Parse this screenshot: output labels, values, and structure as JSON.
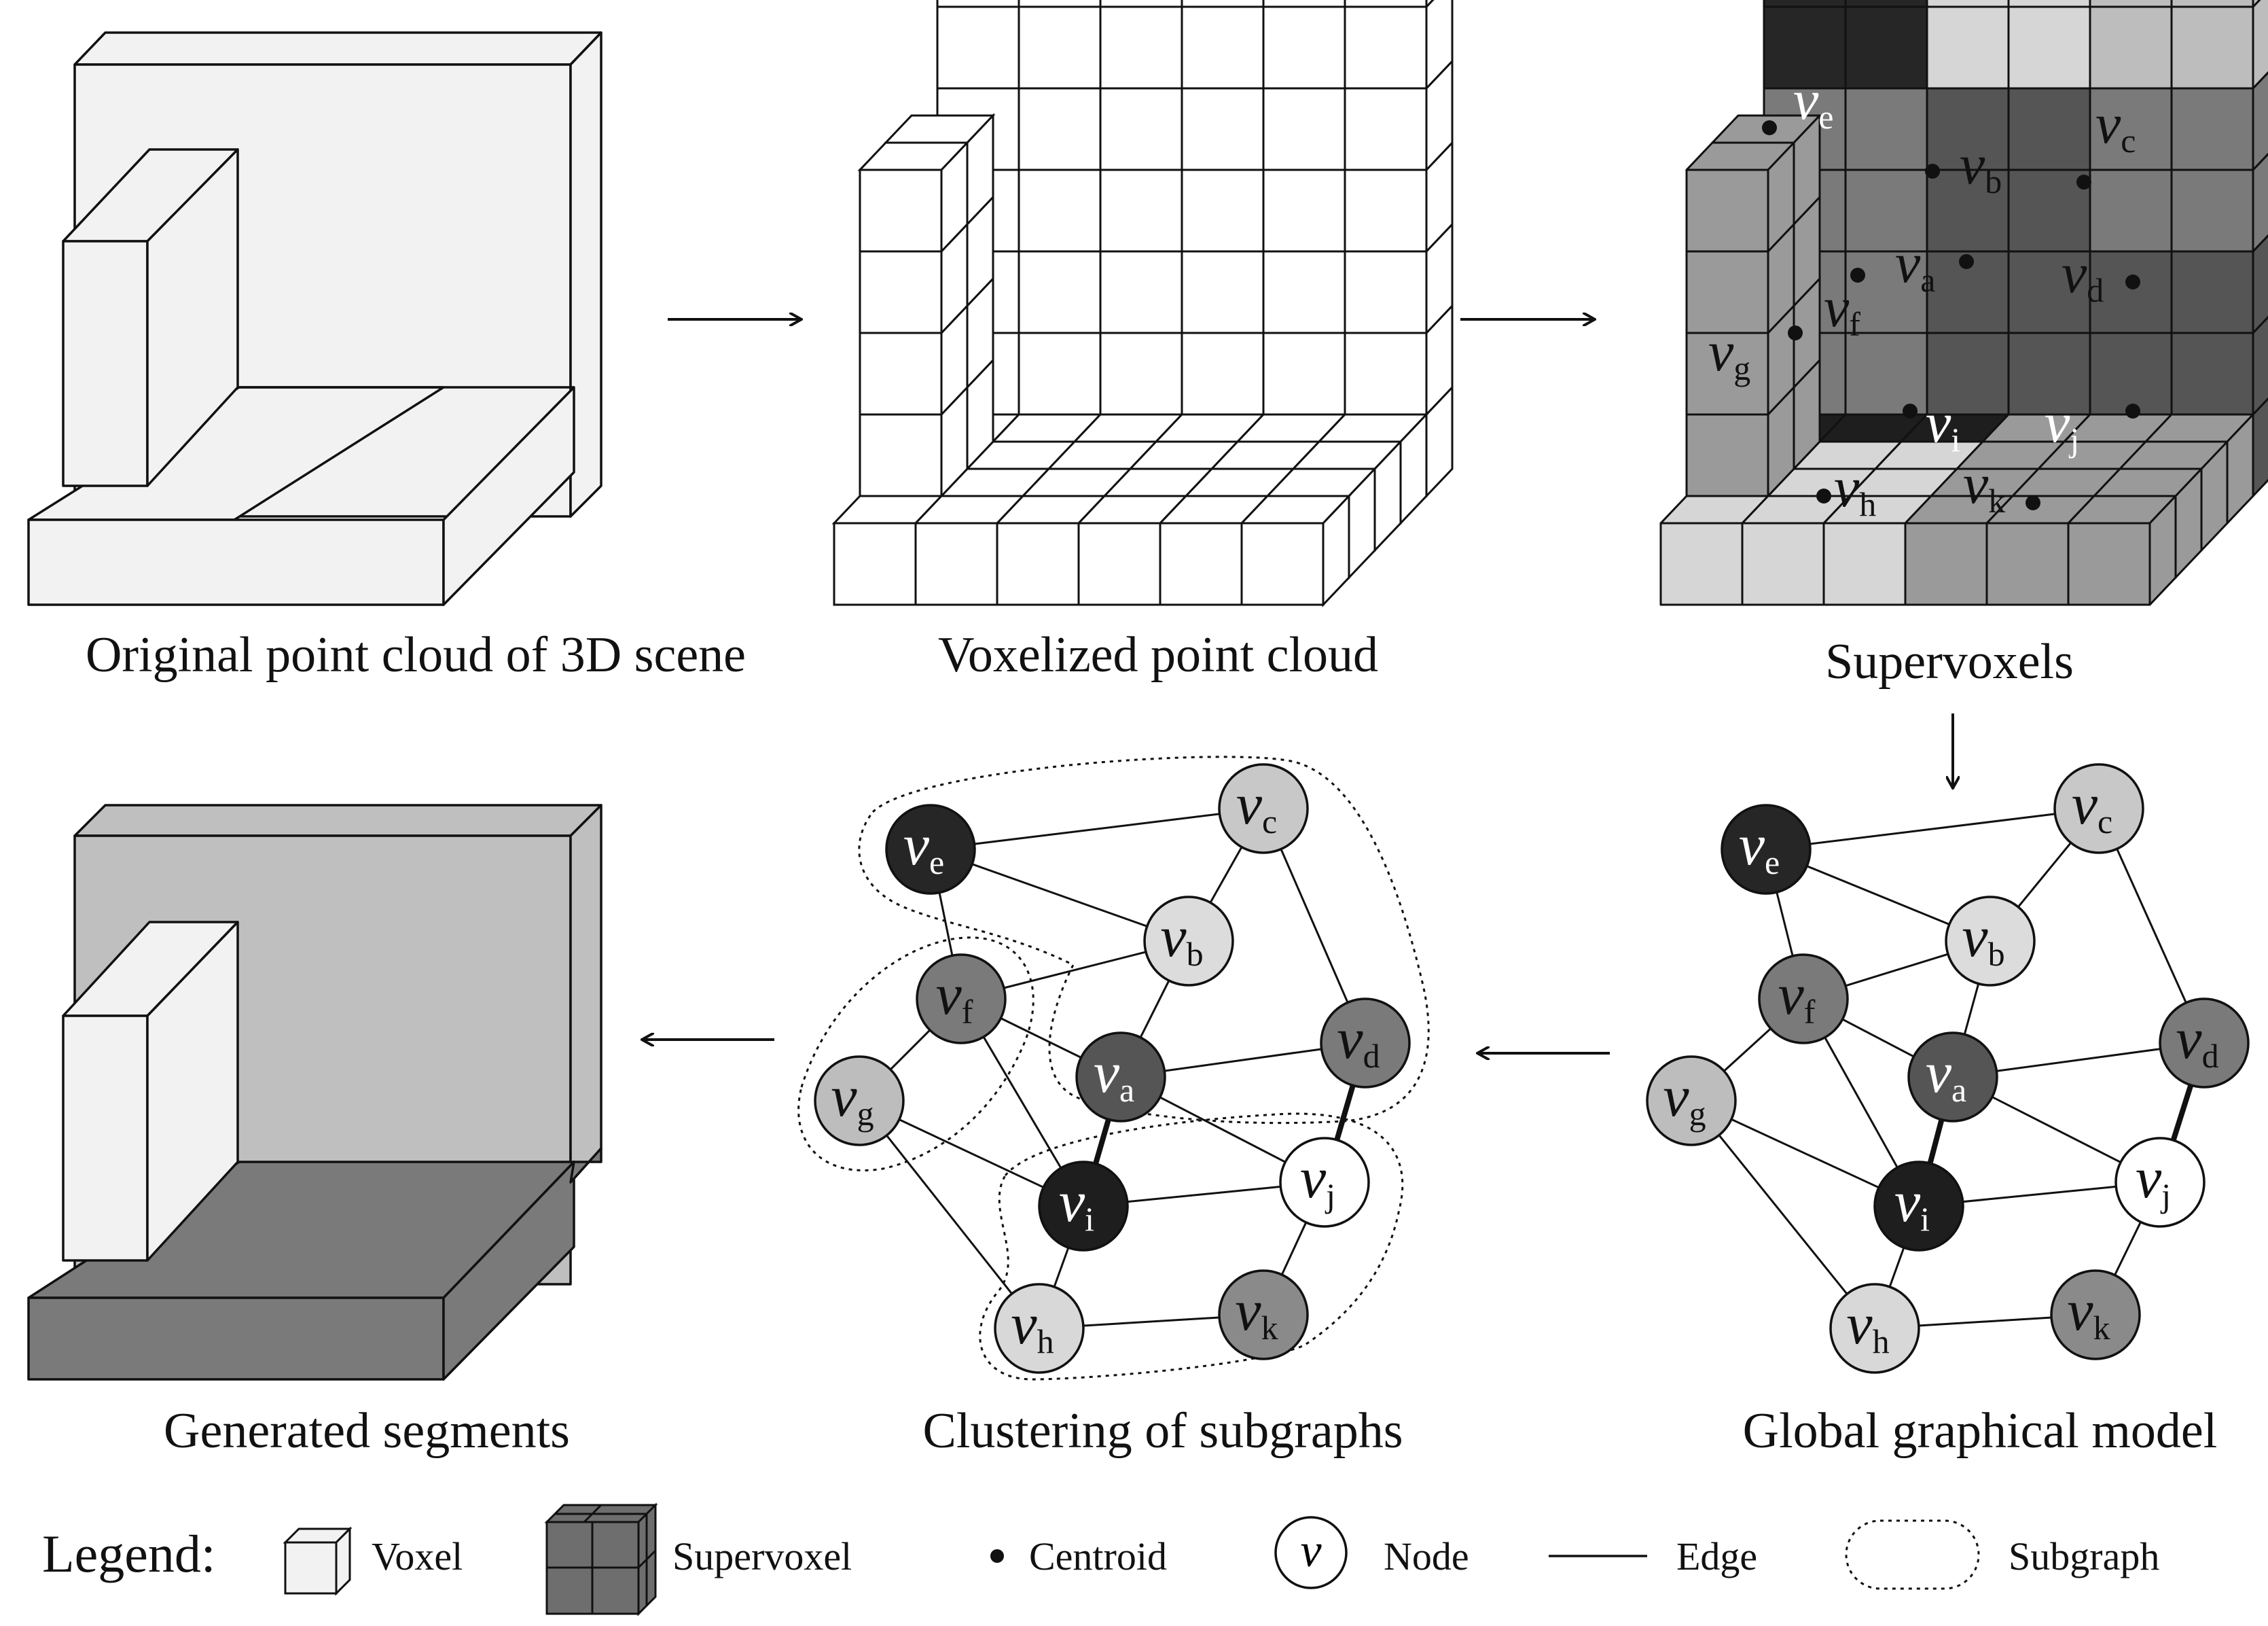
{
  "captions": {
    "original": "Original point cloud of 3D scene",
    "voxelized": "Voxelized point cloud",
    "supervoxels": "Supervoxels",
    "generated": "Generated segments",
    "clustering": "Clustering of subgraphs",
    "global": "Global graphical model"
  },
  "legend": {
    "title": "Legend:",
    "voxel": "Voxel",
    "supervoxel": "Supervoxel",
    "centroid": "Centroid",
    "node_symbol": "v",
    "node": "Node",
    "edge": "Edge",
    "subgraph": "Subgraph"
  },
  "node_letter": "v",
  "nodes": [
    {
      "id": "e",
      "shade": "#262626"
    },
    {
      "id": "c",
      "shade": "#c8c8c8"
    },
    {
      "id": "b",
      "shade": "#dcdcdc"
    },
    {
      "id": "f",
      "shade": "#7a7a7a"
    },
    {
      "id": "d",
      "shade": "#7a7a7a"
    },
    {
      "id": "a",
      "shade": "#555555"
    },
    {
      "id": "g",
      "shade": "#bdbdbd"
    },
    {
      "id": "i",
      "shade": "#1e1e1e"
    },
    {
      "id": "j",
      "shade": "#ffffff"
    },
    {
      "id": "h",
      "shade": "#d8d8d8"
    },
    {
      "id": "k",
      "shade": "#8a8a8a"
    }
  ],
  "edges": [
    [
      "e",
      "c"
    ],
    [
      "e",
      "b"
    ],
    [
      "e",
      "f"
    ],
    [
      "c",
      "b"
    ],
    [
      "c",
      "d"
    ],
    [
      "b",
      "f"
    ],
    [
      "b",
      "a"
    ],
    [
      "f",
      "g"
    ],
    [
      "f",
      "a"
    ],
    [
      "f",
      "i"
    ],
    [
      "a",
      "d"
    ],
    [
      "a",
      "i"
    ],
    [
      "a",
      "j"
    ],
    [
      "d",
      "j"
    ],
    [
      "g",
      "i"
    ],
    [
      "g",
      "h"
    ],
    [
      "i",
      "j"
    ],
    [
      "i",
      "h"
    ],
    [
      "j",
      "k"
    ],
    [
      "h",
      "k"
    ]
  ],
  "bold_edges": [
    [
      "a",
      "i"
    ],
    [
      "d",
      "j"
    ]
  ],
  "supervoxel_labels": [
    {
      "id": "e"
    },
    {
      "id": "c"
    },
    {
      "id": "b"
    },
    {
      "id": "a"
    },
    {
      "id": "d"
    },
    {
      "id": "f"
    },
    {
      "id": "g"
    },
    {
      "id": "i"
    },
    {
      "id": "j"
    },
    {
      "id": "h"
    },
    {
      "id": "k"
    }
  ],
  "colors": {
    "box_fill": "#f2f2f2",
    "wall_segment": "#bfbfbf",
    "floor_segment": "#7a7a7a",
    "stroke": "#111111"
  }
}
